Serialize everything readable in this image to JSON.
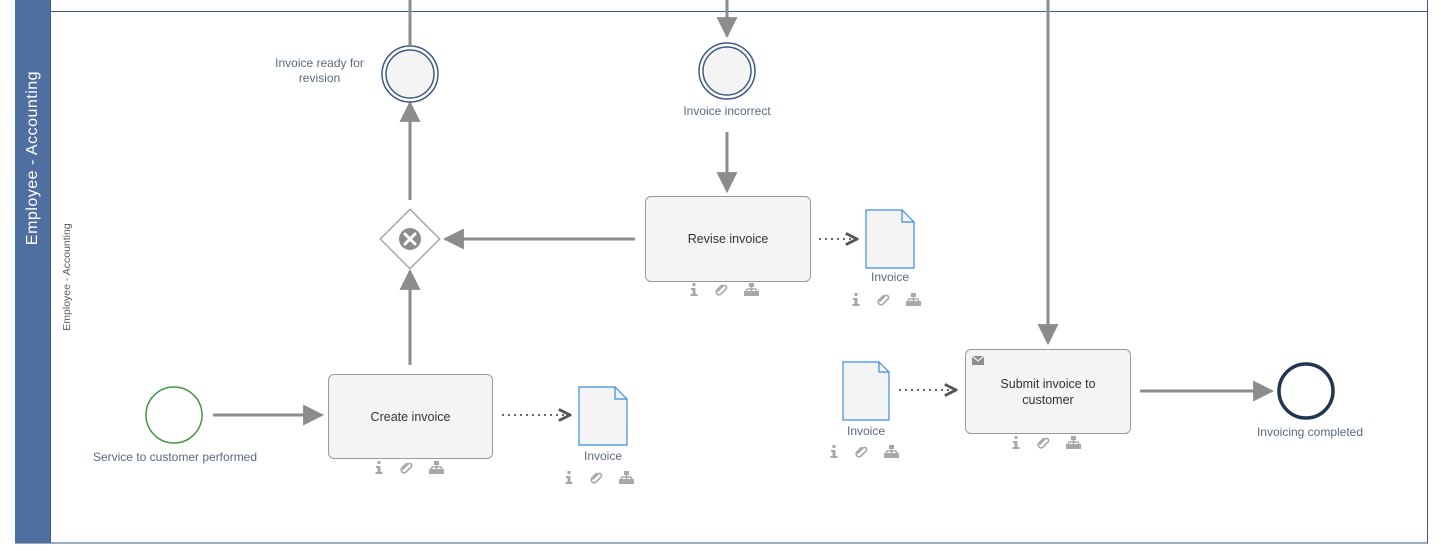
{
  "lane": {
    "title": "Employee - Accounting",
    "sublabel": "Employee - Accounting",
    "band_color": "#4f6fa0",
    "border_color": "#3f5a86"
  },
  "events": {
    "start": {
      "label": "Service to customer performed",
      "stroke": "#3f9a3f"
    },
    "ready": {
      "label": "Invoice ready for revision"
    },
    "incorrect": {
      "label": "Invoice incorrect"
    },
    "end": {
      "label": "Invoicing completed",
      "stroke": "#1f3552"
    }
  },
  "gateway": {
    "type": "exclusive",
    "icon": "x-icon"
  },
  "tasks": {
    "create": {
      "label": "Create invoice"
    },
    "revise": {
      "label": "Revise invoice"
    },
    "submit": {
      "label": "Submit invoice to customer",
      "marker": "envelope-icon"
    }
  },
  "documents": {
    "doc1": {
      "label": "Invoice"
    },
    "doc2": {
      "label": "Invoice"
    },
    "doc3": {
      "label": "Invoice"
    }
  },
  "task_icons": [
    "info-icon",
    "paperclip-icon",
    "hierarchy-icon"
  ],
  "colors": {
    "arrow": "#8c8c8c",
    "doc_stroke": "#3a8ee6",
    "icon": "#a8a8a8"
  }
}
